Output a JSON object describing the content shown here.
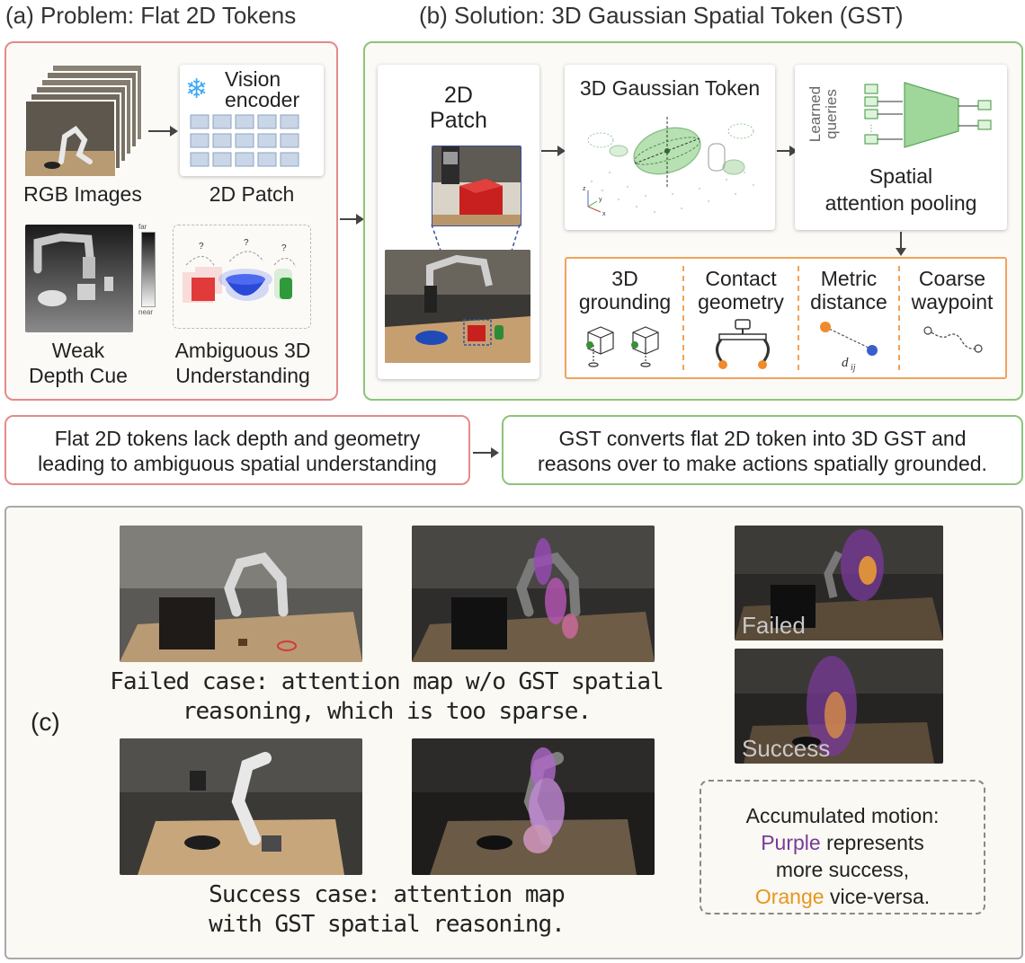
{
  "header": {
    "a": "(a) Problem: Flat 2D Tokens",
    "b": "(b) Solution: 3D Gaussian Spatial Token (GST)"
  },
  "panel_a": {
    "rgb_label": "RGB Images",
    "patch_label": "2D Patch",
    "encoder_label_1": "Vision",
    "encoder_label_2": "encoder",
    "depth_far": "far",
    "depth_near": "near",
    "depth_label_1": "Weak",
    "depth_label_2": "Depth Cue",
    "ambiguous_label_1": "Ambiguous 3D",
    "ambiguous_label_2": "Understanding",
    "question_mark": "?"
  },
  "panel_b": {
    "patch_title_1": "2D",
    "patch_title_2": "Patch",
    "gaussian_title": "3D Gaussian Token",
    "learned_queries_1": "Learned",
    "learned_queries_2": "queries",
    "pooling_label_1": "Spatial",
    "pooling_label_2": "attention pooling",
    "axis_x": "x",
    "axis_y": "y",
    "axis_z": "z",
    "capabilities": [
      {
        "line1": "3D",
        "line2": "grounding"
      },
      {
        "line1": "Contact",
        "line2": "geometry"
      },
      {
        "line1": "Metric",
        "line2": "distance"
      },
      {
        "line1": "Coarse",
        "line2": "waypoint"
      }
    ],
    "dij": "d",
    "dij_sub": "ij"
  },
  "summary": {
    "problem_1": "Flat 2D tokens lack depth and geometry",
    "problem_2": "leading to ambiguous spatial understanding",
    "solution_1": "GST converts flat 2D token into 3D GST and",
    "solution_2": "reasons over to make actions spatially grounded."
  },
  "panel_c": {
    "label": "(c)",
    "failed_caption_1": "Failed case: attention map w/o GST spatial",
    "failed_caption_2": "reasoning, which is too sparse.",
    "success_caption_1": "Success case: attention map",
    "success_caption_2": "with GST spatial reasoning.",
    "failed_tag": "Failed",
    "success_tag": "Success",
    "legend_1": "Accumulated motion:",
    "legend_purple": "Purple",
    "legend_2": " represents",
    "legend_3": "more  success,",
    "legend_orange": "Orange",
    "legend_4": " vice-versa.",
    "purple_color": "#7a3a9a",
    "orange_color": "#e8951e"
  },
  "colors": {
    "problem_border": "#e58a8a",
    "solution_border": "#8cc47a",
    "capability_border": "#f2a25a",
    "dashed_orange": "#f0a050",
    "gaussian_green": "#8fcf8a"
  }
}
